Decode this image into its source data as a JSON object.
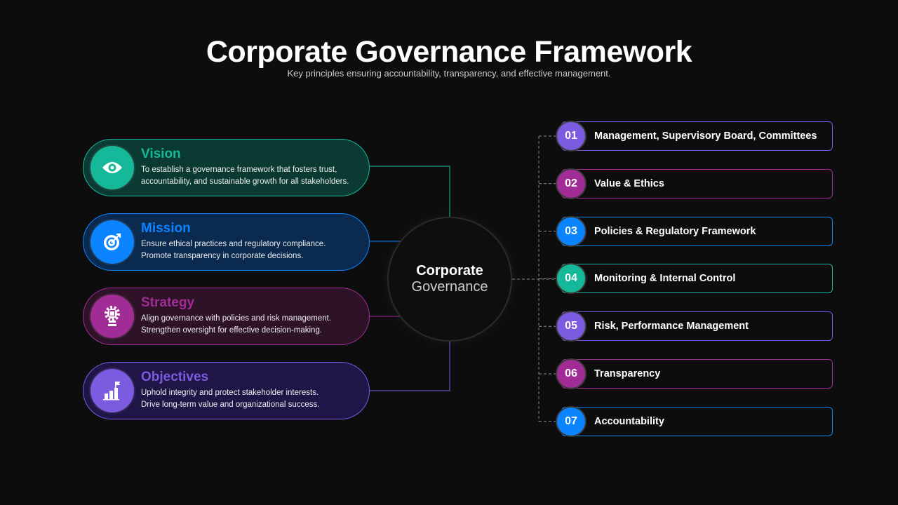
{
  "title": "Corporate Governance Framework",
  "subtitle": "Key principles ensuring accountability, transparency, and effective management.",
  "hub": {
    "line1": "Corporate",
    "line2": "Governance"
  },
  "pillars": [
    {
      "title": "Vision",
      "line1": "To establish a governance framework that fosters trust,",
      "line2": "accountability, and sustainable growth for all stakeholders.",
      "icon": "eye-icon",
      "color": "#15b99a"
    },
    {
      "title": "Mission",
      "line1": "Ensure ethical practices and regulatory compliance.",
      "line2": "Promote transparency in corporate decisions.",
      "icon": "target-icon",
      "color": "#0a84ff"
    },
    {
      "title": "Strategy",
      "line1": "Align governance with policies and risk management.",
      "line2": "Strengthen oversight for effective decision-making.",
      "icon": "gear-chess-icon",
      "color": "#a22c95"
    },
    {
      "title": "Objectives",
      "line1": "Uphold integrity and protect stakeholder interests.",
      "line2": "Drive long-term value and organizational success.",
      "icon": "flag-chart-icon",
      "color": "#7b5be0"
    }
  ],
  "items": [
    {
      "num": "01",
      "label": "Management, Supervisory Board, Committees",
      "color": "#7b5be0"
    },
    {
      "num": "02",
      "label": "Value & Ethics",
      "color": "#a22c95"
    },
    {
      "num": "03",
      "label": "Policies & Regulatory Framework",
      "color": "#0a84ff"
    },
    {
      "num": "04",
      "label": "Monitoring & Internal Control",
      "color": "#15b99a"
    },
    {
      "num": "05",
      "label": "Risk, Performance Management",
      "color": "#7b5be0"
    },
    {
      "num": "06",
      "label": "Transparency",
      "color": "#a22c95"
    },
    {
      "num": "07",
      "label": "Accountability",
      "color": "#0a84ff"
    }
  ]
}
